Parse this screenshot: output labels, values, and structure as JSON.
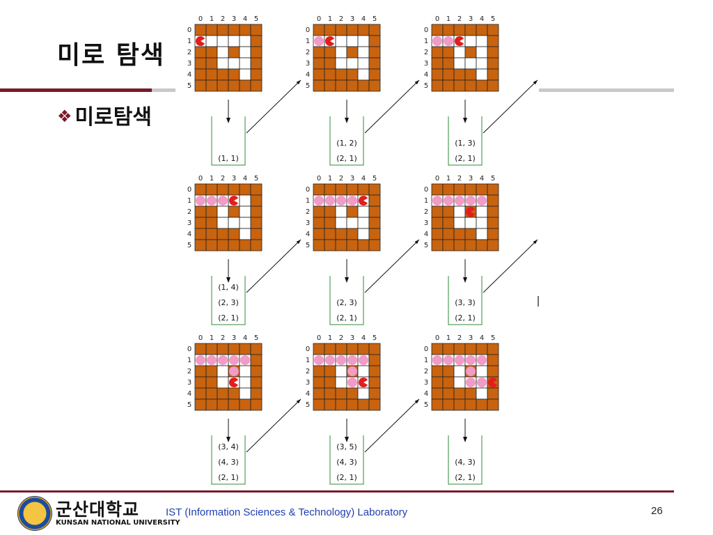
{
  "slide": {
    "title": "미로 탐색",
    "bullet": "미로탐색",
    "footer": "IST (Information Sciences & Technology) Laboratory",
    "page": "26"
  },
  "logo": {
    "korean": "군산대학교",
    "english": "KUNSAN NATIONAL UNIVERSITY"
  },
  "colors": {
    "wall": "#c8630f",
    "path": "#ffffff",
    "visited": "#f29bc7",
    "mouse": "#e41c1c",
    "stack": "#2e8b3a",
    "accent": "#7a1a2a"
  },
  "maze": {
    "col_labels": [
      "0",
      "1",
      "2",
      "3",
      "4",
      "5"
    ],
    "row_labels": [
      "0",
      "1",
      "2",
      "3",
      "4",
      "5"
    ],
    "grid": [
      [
        1,
        1,
        1,
        1,
        1,
        1
      ],
      [
        0,
        0,
        0,
        0,
        0,
        1
      ],
      [
        1,
        1,
        0,
        1,
        0,
        1
      ],
      [
        1,
        1,
        0,
        0,
        0,
        1
      ],
      [
        1,
        1,
        1,
        1,
        0,
        1
      ],
      [
        1,
        1,
        1,
        1,
        1,
        1
      ]
    ]
  },
  "steps": [
    {
      "mouse": [
        1,
        0
      ],
      "visited": [],
      "stack": [
        "(1, 1)"
      ]
    },
    {
      "mouse": [
        1,
        1
      ],
      "visited": [
        [
          1,
          0
        ]
      ],
      "stack": [
        "(1, 2)",
        "(2, 1)"
      ]
    },
    {
      "mouse": [
        1,
        2
      ],
      "visited": [
        [
          1,
          0
        ],
        [
          1,
          1
        ]
      ],
      "stack": [
        "(1, 3)",
        "(2, 1)"
      ]
    },
    {
      "mouse": [
        1,
        3
      ],
      "visited": [
        [
          1,
          0
        ],
        [
          1,
          1
        ],
        [
          1,
          2
        ]
      ],
      "stack": [
        "(1, 4)",
        "(2, 3)",
        "(2, 1)"
      ]
    },
    {
      "mouse": [
        1,
        4
      ],
      "visited": [
        [
          1,
          0
        ],
        [
          1,
          1
        ],
        [
          1,
          2
        ],
        [
          1,
          3
        ]
      ],
      "stack": [
        "(2, 3)",
        "(2, 1)"
      ]
    },
    {
      "mouse": [
        2,
        3
      ],
      "visited": [
        [
          1,
          0
        ],
        [
          1,
          1
        ],
        [
          1,
          2
        ],
        [
          1,
          3
        ],
        [
          1,
          4
        ]
      ],
      "stack": [
        "(3, 3)",
        "(2, 1)"
      ]
    },
    {
      "mouse": [
        3,
        3
      ],
      "visited": [
        [
          1,
          0
        ],
        [
          1,
          1
        ],
        [
          1,
          2
        ],
        [
          1,
          3
        ],
        [
          1,
          4
        ],
        [
          2,
          3
        ]
      ],
      "stack": [
        "(3, 4)",
        "(4, 3)",
        "(2, 1)"
      ]
    },
    {
      "mouse": [
        3,
        4
      ],
      "visited": [
        [
          1,
          0
        ],
        [
          1,
          1
        ],
        [
          1,
          2
        ],
        [
          1,
          3
        ],
        [
          1,
          4
        ],
        [
          2,
          3
        ],
        [
          3,
          3
        ]
      ],
      "stack": [
        "(3, 5)",
        "(4, 3)",
        "(2, 1)"
      ]
    },
    {
      "mouse": [
        3,
        5
      ],
      "visited": [
        [
          1,
          0
        ],
        [
          1,
          1
        ],
        [
          1,
          2
        ],
        [
          1,
          3
        ],
        [
          1,
          4
        ],
        [
          2,
          3
        ],
        [
          3,
          3
        ],
        [
          3,
          4
        ]
      ],
      "stack": [
        "(4, 3)",
        "(2, 1)"
      ]
    }
  ]
}
